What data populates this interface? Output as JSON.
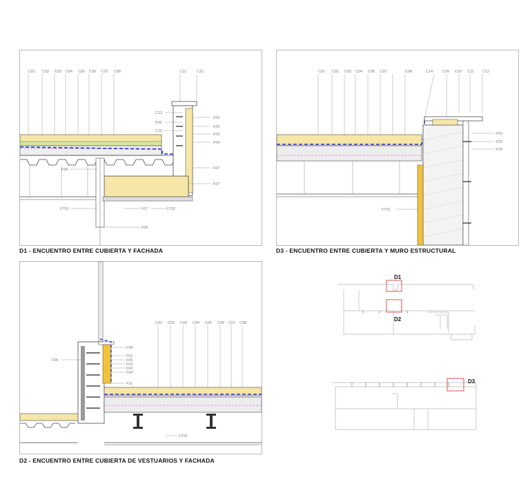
{
  "details": {
    "d1": {
      "caption": "D1 - ENCUENTRO ENTRE CUBIERTA Y FACHADA",
      "top_labels": [
        "C01",
        "C02",
        "C03",
        "C04",
        "C05",
        "C06",
        "C07",
        "C08"
      ],
      "parapet_labels": [
        "C11",
        "C12"
      ],
      "side_labels": [
        "C13",
        "F05",
        "C15"
      ],
      "right_labels": [
        "F01",
        "F02",
        "F03",
        "F04",
        "F07",
        "F07"
      ],
      "left_label": "F06",
      "bottom_labels": [
        "FT01",
        "F07",
        "FT02",
        "F06"
      ]
    },
    "d3": {
      "caption": "D3 - ENCUENTRO ENTRE CUBIERTA Y MURO ESTRUCTURAL",
      "top_labels": [
        "C01",
        "C02",
        "C03",
        "C04",
        "C05",
        "C07",
        "C08"
      ],
      "parapet_labels": [
        "C14",
        "C09",
        "C10",
        "C11",
        "C12"
      ],
      "right_labels": [
        "F01",
        "F02",
        "F03"
      ],
      "bottom_label": "FT01"
    },
    "d2": {
      "caption": "D2 - ENCUENTRO ENTRE CUBIERTA DE VESTUARIOS Y FACHADA",
      "top_labels": [
        "C01",
        "C02",
        "C03",
        "C04",
        "C05",
        "C06",
        "C07",
        "C08"
      ],
      "right_labels": [
        "F09",
        "F01",
        "F05",
        "F02",
        "F03",
        "F04",
        "F11"
      ],
      "left_label": "F06",
      "bottom_label": "FT01"
    }
  },
  "keyplan": {
    "markers": [
      "D1",
      "D2",
      "D3"
    ],
    "marker_color": "#e05252"
  },
  "colors": {
    "membrane": "#1a2fd6",
    "insulation": "#f6e7a8",
    "gravel": "#d8e8a0",
    "timber": "#f2c23a",
    "line": "#444444"
  }
}
